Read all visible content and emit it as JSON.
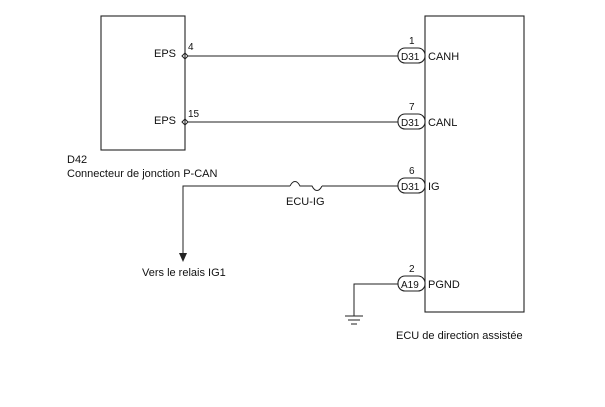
{
  "junction_connector": {
    "code": "D42",
    "name": "Connecteur de jonction P-CAN",
    "pins": [
      {
        "label": "EPS",
        "number": "4"
      },
      {
        "label": "EPS",
        "number": "15"
      }
    ]
  },
  "ecu": {
    "name": "ECU de direction assistée",
    "terminals": [
      {
        "connector": "D31",
        "pin": "1",
        "signal": "CANH"
      },
      {
        "connector": "D31",
        "pin": "7",
        "signal": "CANL"
      },
      {
        "connector": "D31",
        "pin": "6",
        "signal": "IG"
      },
      {
        "connector": "A19",
        "pin": "2",
        "signal": "PGND"
      }
    ]
  },
  "fuse": {
    "label": "ECU-IG"
  },
  "relay_note": "Vers le relais IG1"
}
